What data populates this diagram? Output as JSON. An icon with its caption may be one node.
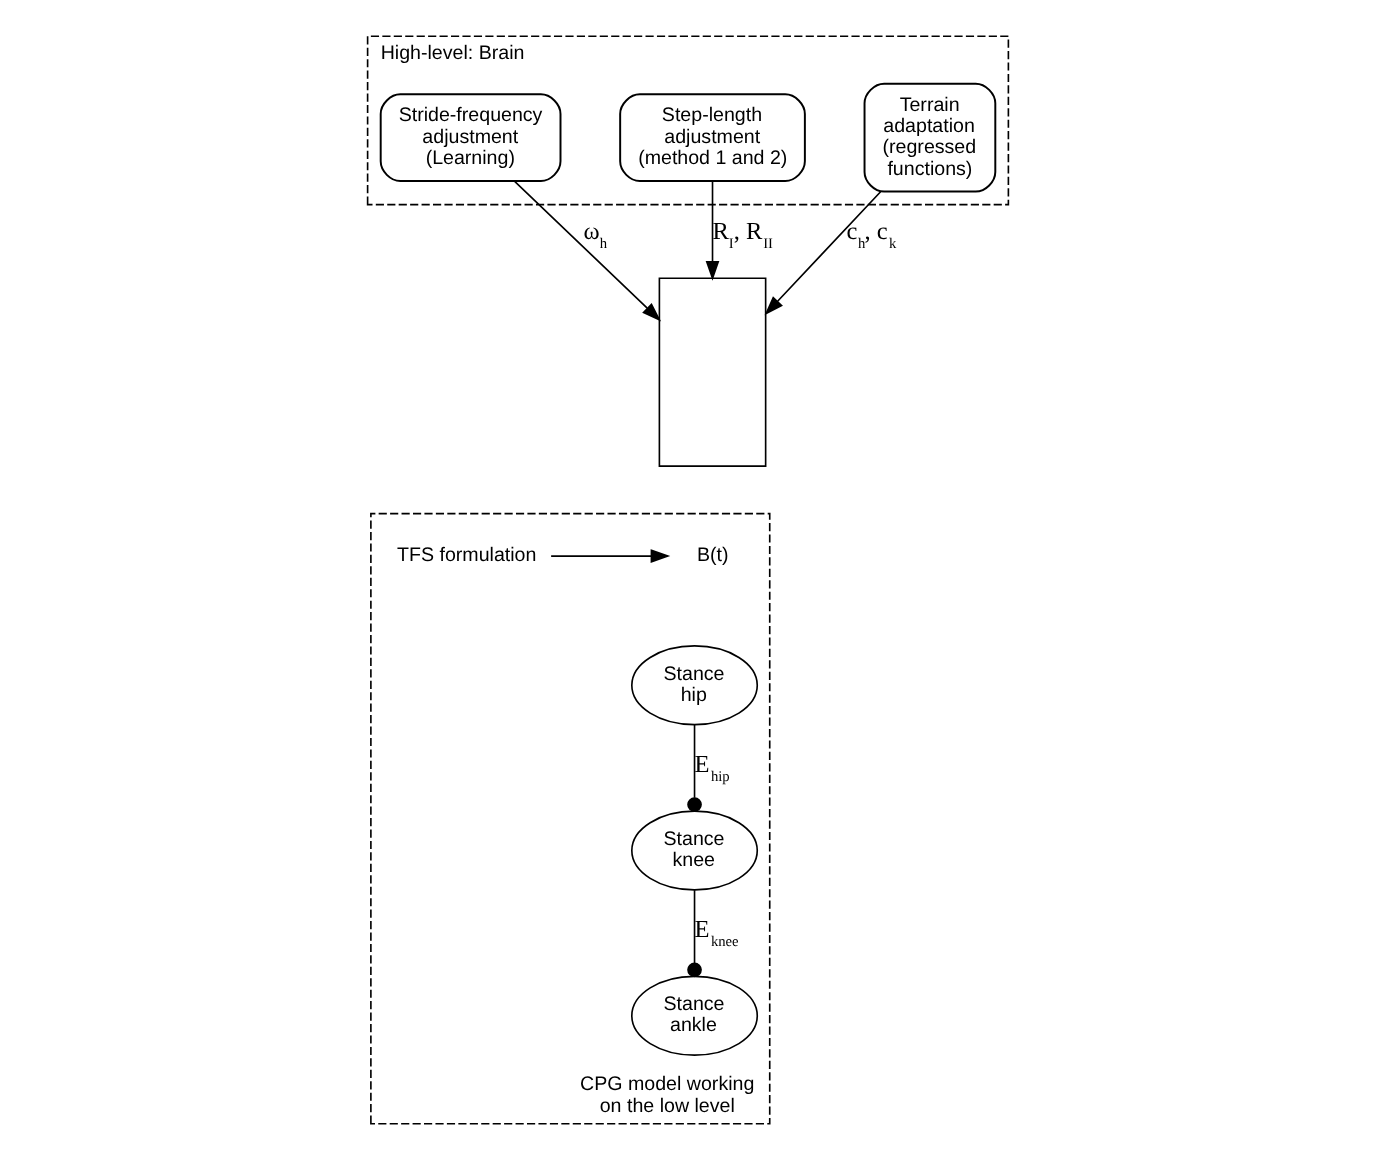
{
  "diagram": {
    "nodes": [
      {
        "text": [
          "High-level: Brain"
        ]
      },
      {
        "text": [
          "Stride-frequency adjustment (Learning)"
        ],
        "in": 0
      },
      {
        "text": [
          "Step-length adjustment (method 1 and 2)"
        ],
        "in": 0
      },
      {
        "text": [
          "Terrain adaptation (regressed functions)"
        ],
        "in": 0
      },
      {
        "text": [
          "CPG model working on the low level"
        ]
      },
      {
        "text": [],
        "shape": "box"
      },
      {
        "text": [
          "TFS formulation"
        ],
        "in": 4
      },
      {
        "text": [
          "B(t)"
        ],
        "in": 4
      },
      {
        "text": [
          "Stance hip"
        ],
        "in": 4
      },
      {
        "text": [
          "Stance knee"
        ],
        "in": 4
      },
      {
        "text": [
          "Stance ankle"
        ],
        "in": 4
      }
    ],
    "edges": [
      {
        "from": 1,
        "to": 5,
        "arrow": "to",
        "label": "ω$_{h}$"
      },
      {
        "from": 2,
        "to": 5,
        "arrow": "to",
        "label": "R$_{I}$, R$_{II}$"
      },
      {
        "from": 3,
        "to": 5,
        "arrow": "to",
        "label": "c$_{h}$, c$_{k}$"
      },
      {
        "from": 6,
        "to": 7,
        "arrow": "to"
      },
      {
        "from": 8,
        "to": 9,
        "arrow": "other",
        "label": "E$_{hip}$"
      },
      {
        "from": 9,
        "to": 10,
        "arrow": "other",
        "label": "E$_{knee}$"
      }
    ]
  }
}
